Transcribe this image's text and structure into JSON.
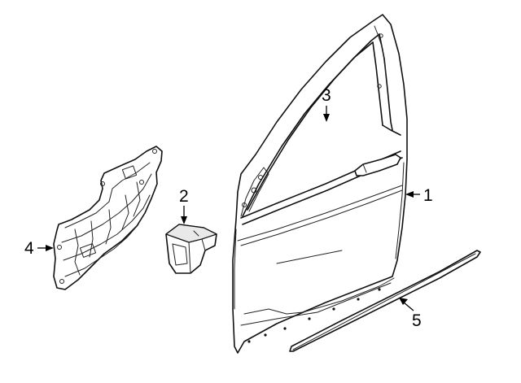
{
  "callouts": {
    "door_shell": "1",
    "bracket": "2",
    "mirror_mount": "3",
    "module_panel": "4",
    "molding": "5"
  }
}
